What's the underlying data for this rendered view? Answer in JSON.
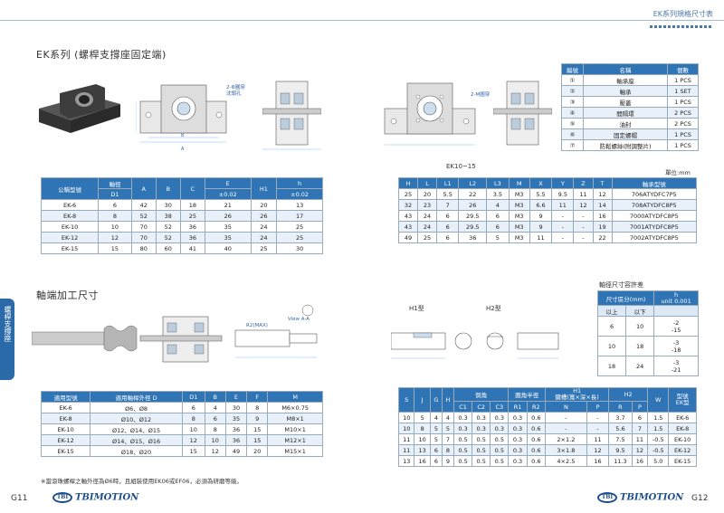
{
  "header": {
    "title": "EK系列規格尺寸表"
  },
  "section1": {
    "title": "EK系列 (螺桿支撐座固定端)"
  },
  "section2": {
    "title": "軸端加工尺寸"
  },
  "side_tab": {
    "label": "螺桿支撐座"
  },
  "drawing_labels": {
    "hole_note_1": "2-Φ圓穿",
    "hole_note_2": "沈頭孔",
    "hole_note_3": "2-M圓穿",
    "model_caption": "EK10~15",
    "h1_type": "H1型",
    "h2_type": "H2型",
    "view_aa": "View A-A",
    "r2max": "R2(MAX)"
  },
  "parts_table": {
    "headers": [
      "編號",
      "名稱",
      "個數"
    ],
    "rows": [
      [
        "①",
        "軸承座",
        "1 PCS"
      ],
      [
        "②",
        "軸承",
        "1 SET"
      ],
      [
        "③",
        "壓蓋",
        "1 PCS"
      ],
      [
        "④",
        "間隔環",
        "2 PCS"
      ],
      [
        "⑤",
        "油封",
        "2 PCS"
      ],
      [
        "⑥",
        "固定螺帽",
        "1 PCS"
      ],
      [
        "⑦",
        "防鬆螺絲(附調整片)",
        "1 PCS"
      ]
    ]
  },
  "unit": "單位:mm",
  "spec_table_left": {
    "headers": [
      "公稱型號",
      "軸徑",
      "A",
      "B",
      "C",
      "E",
      "H1",
      "h"
    ],
    "subheaders": [
      "D1",
      "±0.02",
      "±0.02"
    ],
    "rows": [
      [
        "EK-6",
        "6",
        "42",
        "30",
        "18",
        "21",
        "20",
        "13"
      ],
      [
        "EK-8",
        "8",
        "52",
        "38",
        "25",
        "26",
        "26",
        "17"
      ],
      [
        "EK-10",
        "10",
        "70",
        "52",
        "36",
        "35",
        "24",
        "25"
      ],
      [
        "EK-12",
        "12",
        "70",
        "52",
        "36",
        "35",
        "24",
        "25"
      ],
      [
        "EK-15",
        "15",
        "80",
        "60",
        "41",
        "40",
        "25",
        "30"
      ]
    ]
  },
  "spec_table_right": {
    "headers": [
      "H",
      "L",
      "L1",
      "L2",
      "L3",
      "M",
      "X",
      "Y",
      "Z",
      "T",
      "軸承型號"
    ],
    "rows": [
      [
        "25",
        "20",
        "5.5",
        "22",
        "3.5",
        "M3",
        "5.5",
        "9.5",
        "11",
        "12",
        "706ATYDFC7P5"
      ],
      [
        "32",
        "23",
        "7",
        "26",
        "4",
        "M3",
        "6.6",
        "11",
        "12",
        "14",
        "708ATYDFC8P5"
      ],
      [
        "43",
        "24",
        "6",
        "29.5",
        "6",
        "M3",
        "9",
        "-",
        "-",
        "16",
        "7000ATYDFC8P5"
      ],
      [
        "43",
        "24",
        "6",
        "29.5",
        "6",
        "M3",
        "9",
        "-",
        "-",
        "19",
        "7001ATYDFC8P5"
      ],
      [
        "49",
        "25",
        "6",
        "36",
        "5",
        "M3",
        "11",
        "-",
        "-",
        "22",
        "7002ATYDFC8P5"
      ]
    ]
  },
  "tolerance_table": {
    "title": "軸徑尺寸容許差",
    "headers": [
      "尺寸區分(mm)",
      "h",
      "unit 0.001"
    ],
    "subheaders": [
      "以上",
      "以下"
    ],
    "rows": [
      [
        "6",
        "10",
        "-2",
        "-15"
      ],
      [
        "10",
        "18",
        "-3",
        "-18"
      ],
      [
        "18",
        "24",
        "-3",
        "-21"
      ]
    ]
  },
  "shaft_table_left": {
    "headers": [
      "適用型號",
      "適用軸桿外徑 D",
      "D1",
      "B",
      "E",
      "F",
      "M"
    ],
    "rows": [
      [
        "EK-6",
        "Ø6、Ø8",
        "6",
        "4",
        "30",
        "8",
        "M6×0.75"
      ],
      [
        "EK-8",
        "Ø10、Ø12",
        "8",
        "6",
        "35",
        "9",
        "M8×1"
      ],
      [
        "EK-10",
        "Ø12、Ø14、Ø15",
        "10",
        "8",
        "36",
        "15",
        "M10×1"
      ],
      [
        "EK-12",
        "Ø14、Ø15、Ø16",
        "12",
        "10",
        "36",
        "15",
        "M12×1"
      ],
      [
        "EK-15",
        "Ø18、Ø20",
        "15",
        "12",
        "49",
        "20",
        "M15×1"
      ]
    ]
  },
  "shaft_table_right": {
    "headers": [
      "S",
      "J",
      "G",
      "H",
      "倒角",
      "圓角半徑",
      "H1",
      "H2",
      "W",
      "型號"
    ],
    "group_chamfer": [
      "C1",
      "C2",
      "C3"
    ],
    "group_radius": [
      "R1",
      "R2"
    ],
    "group_h1": [
      "鍵槽(寬×深×長)"
    ],
    "h1_sub": [
      "N",
      "P"
    ],
    "h2_sub": [
      "R",
      "P"
    ],
    "model_sub": "EK型",
    "rows": [
      [
        "10",
        "5",
        "4",
        "4",
        "0.3",
        "0.3",
        "0.3",
        "0.3",
        "0.6",
        "-",
        "-",
        "3.7",
        "6",
        "1.5",
        "EK-6"
      ],
      [
        "10",
        "8",
        "5",
        "5",
        "0.3",
        "0.3",
        "0.3",
        "0.3",
        "0.6",
        "-",
        "-",
        "5.6",
        "7",
        "1.5",
        "EK-8"
      ],
      [
        "11",
        "10",
        "5",
        "7",
        "0.5",
        "0.5",
        "0.5",
        "0.3",
        "0.6",
        "2×1.2",
        "11",
        "7.5",
        "11",
        "-0.5",
        "EK-10"
      ],
      [
        "11",
        "13",
        "6",
        "8",
        "0.5",
        "0.5",
        "0.5",
        "0.3",
        "0.6",
        "3×1.8",
        "12",
        "9.5",
        "12",
        "-0.5",
        "EK-12"
      ],
      [
        "13",
        "16",
        "6",
        "9",
        "0.5",
        "0.5",
        "0.5",
        "0.3",
        "0.6",
        "4×2.5",
        "16",
        "11.3",
        "16",
        "5.0",
        "EK-15"
      ]
    ]
  },
  "footnote": "※當滾珠螺桿之軸外徑為Ø6時，且組裝使用EK06或EF06，必須為研磨等級。",
  "footer": {
    "page_left": "G11",
    "page_right": "G12",
    "brand": "TBIMOTION",
    "brand_mark": "TBI"
  }
}
